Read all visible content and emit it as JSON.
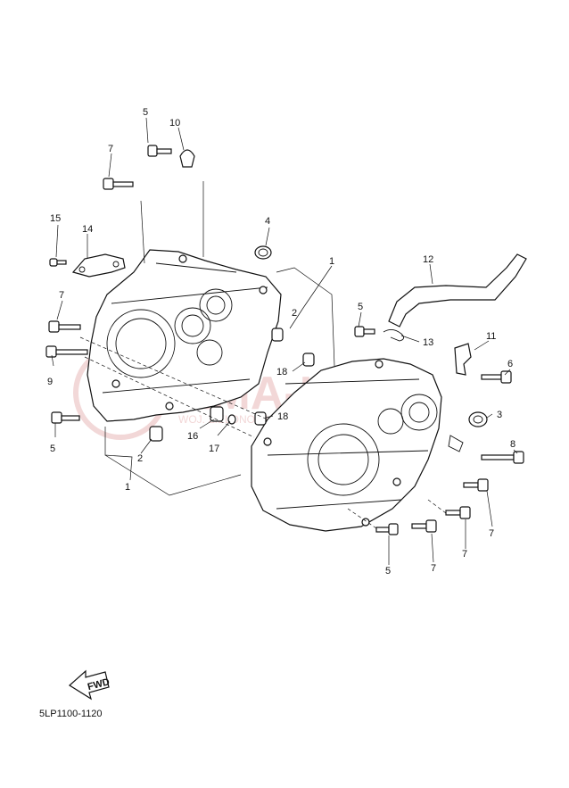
{
  "diagram": {
    "watermark_main": "AMA-KA.PL",
    "watermark_sub": "WOJ. ZIELONOWICKIEGO · MANIA",
    "fwd_label": "FWD",
    "part_code": "5LP1100-1120",
    "callouts": {
      "c1a": "1",
      "c1b": "1",
      "c2a": "2",
      "c2b": "2",
      "c3": "3",
      "c4": "4",
      "c5a": "5",
      "c5b": "5",
      "c5c": "5",
      "c5d": "5",
      "c6": "6",
      "c7a": "7",
      "c7b": "7",
      "c7c": "7",
      "c7d": "7",
      "c7e": "7",
      "c8": "8",
      "c9": "9",
      "c10": "10",
      "c11": "11",
      "c12": "12",
      "c13": "13",
      "c14": "14",
      "c15": "15",
      "c16": "16",
      "c17": "17",
      "c18a": "18",
      "c18b": "18"
    }
  }
}
